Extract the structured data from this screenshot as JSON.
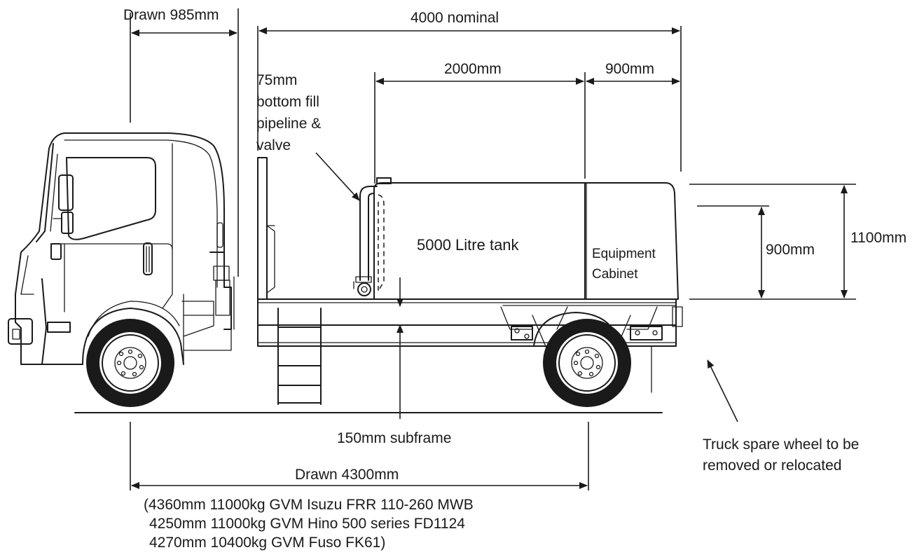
{
  "dimensions": {
    "drawn_985": "Drawn 985mm",
    "nominal_4000": "4000 nominal",
    "tank_2000": "2000mm",
    "cabinet_900": "900mm",
    "height_900": "900mm",
    "height_1100": "1100mm",
    "drawn_4300": "Drawn 4300mm"
  },
  "labels": {
    "fill_line1": "75mm",
    "fill_line2": "bottom fill",
    "fill_line3": "pipeline &",
    "fill_line4": "valve",
    "tank": "5000 Litre tank",
    "cabinet_line1": "Equipment",
    "cabinet_line2": "Cabinet",
    "subframe": "150mm subframe",
    "spare_line1": "Truck spare wheel to be",
    "spare_line2": "removed or relocated"
  },
  "models": [
    "(4360mm 11000kg GVM Isuzu FRR 110-260 MWB",
    "4250mm 11000kg GVM Hino 500 series FD1124",
    "4270mm 10400kg GVM Fuso FK61)"
  ]
}
